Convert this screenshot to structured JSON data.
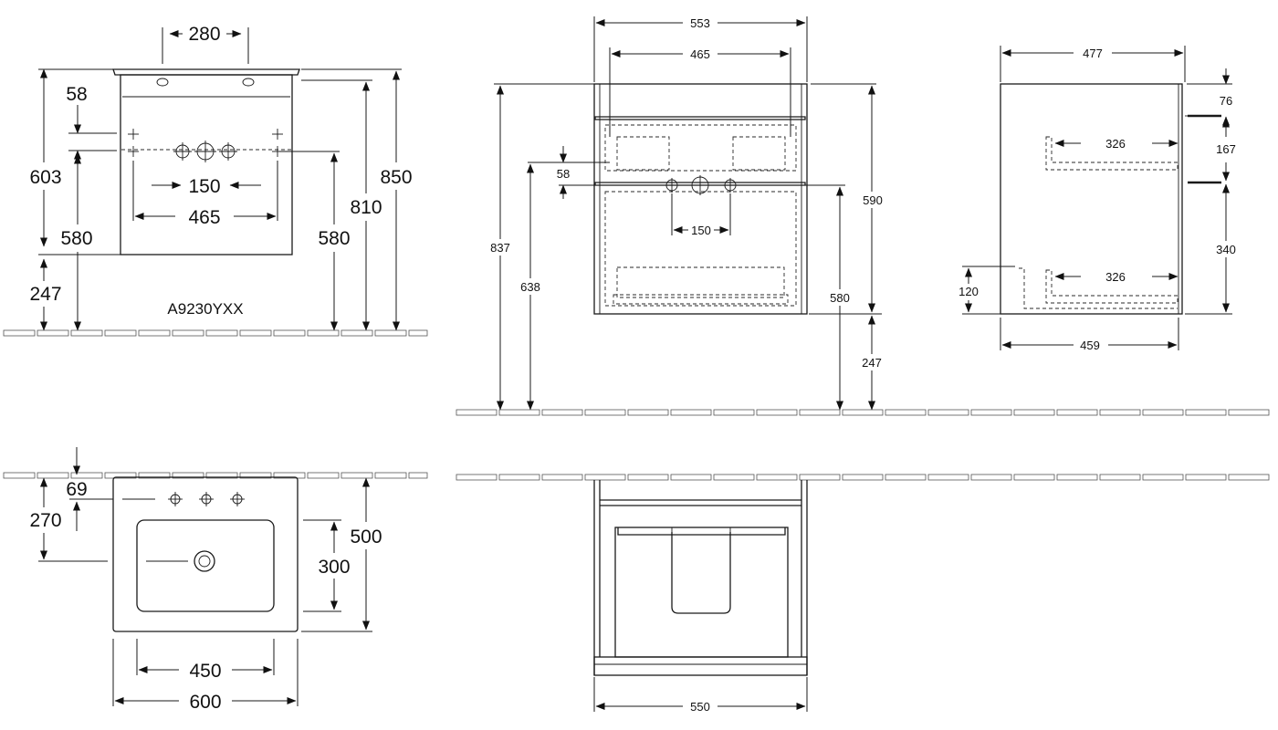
{
  "model_code": "A9230YXX",
  "basin_front_view": {
    "width_top": "280",
    "height_58": "58",
    "height_603": "603",
    "height_580_left": "580",
    "height_247": "247",
    "tap_spacing": "150",
    "width_465": "465",
    "height_580_right": "580",
    "height_810": "810",
    "height_850": "850"
  },
  "basin_top_view": {
    "depth_69": "69",
    "depth_270": "270",
    "bowl_depth": "300",
    "total_depth": "500",
    "bowl_width": "450",
    "total_width": "600"
  },
  "unit_front_view": {
    "width_553": "553",
    "width_465": "465",
    "height_58": "58",
    "height_837": "837",
    "height_638": "638",
    "tap_spacing": "150",
    "height_590": "590",
    "height_580": "580",
    "height_247": "247"
  },
  "unit_side_view": {
    "depth_477": "477",
    "height_76": "76",
    "drawer_326_top": "326",
    "height_167": "167",
    "height_340": "340",
    "drawer_326_bottom": "326",
    "height_120": "120",
    "depth_459": "459"
  },
  "unit_top_view": {
    "width_550": "550"
  }
}
